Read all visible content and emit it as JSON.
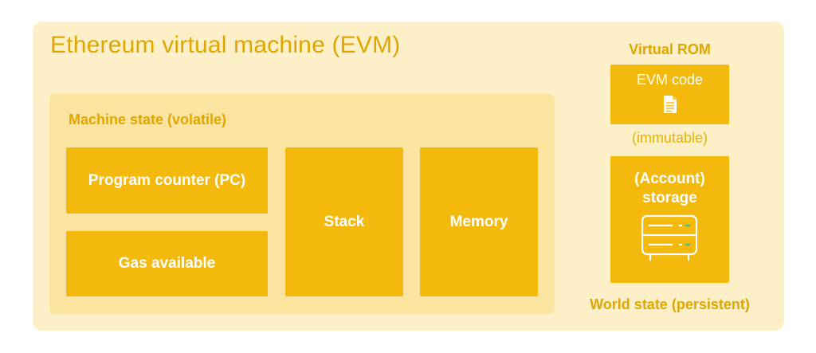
{
  "title": "Ethereum virtual machine (EVM)",
  "machine_state": {
    "label": "Machine state (volatile)",
    "program_counter": "Program counter (PC)",
    "gas_available": "Gas available",
    "stack": "Stack",
    "memory": "Memory"
  },
  "virtual_rom": {
    "label": "Virtual ROM",
    "evm_code": "EVM code",
    "note": "(immutable)",
    "icon": "document-icon"
  },
  "world_state": {
    "storage_line1": "(Account)",
    "storage_line2": "storage",
    "label": "World state (persistent)",
    "icon": "server-icon"
  },
  "colors": {
    "outer_bg": "#fdf0c9",
    "inner_bg": "#fbe3a0",
    "box": "#f4b90d",
    "label": "#e0a600",
    "led": "#3ec18b"
  }
}
